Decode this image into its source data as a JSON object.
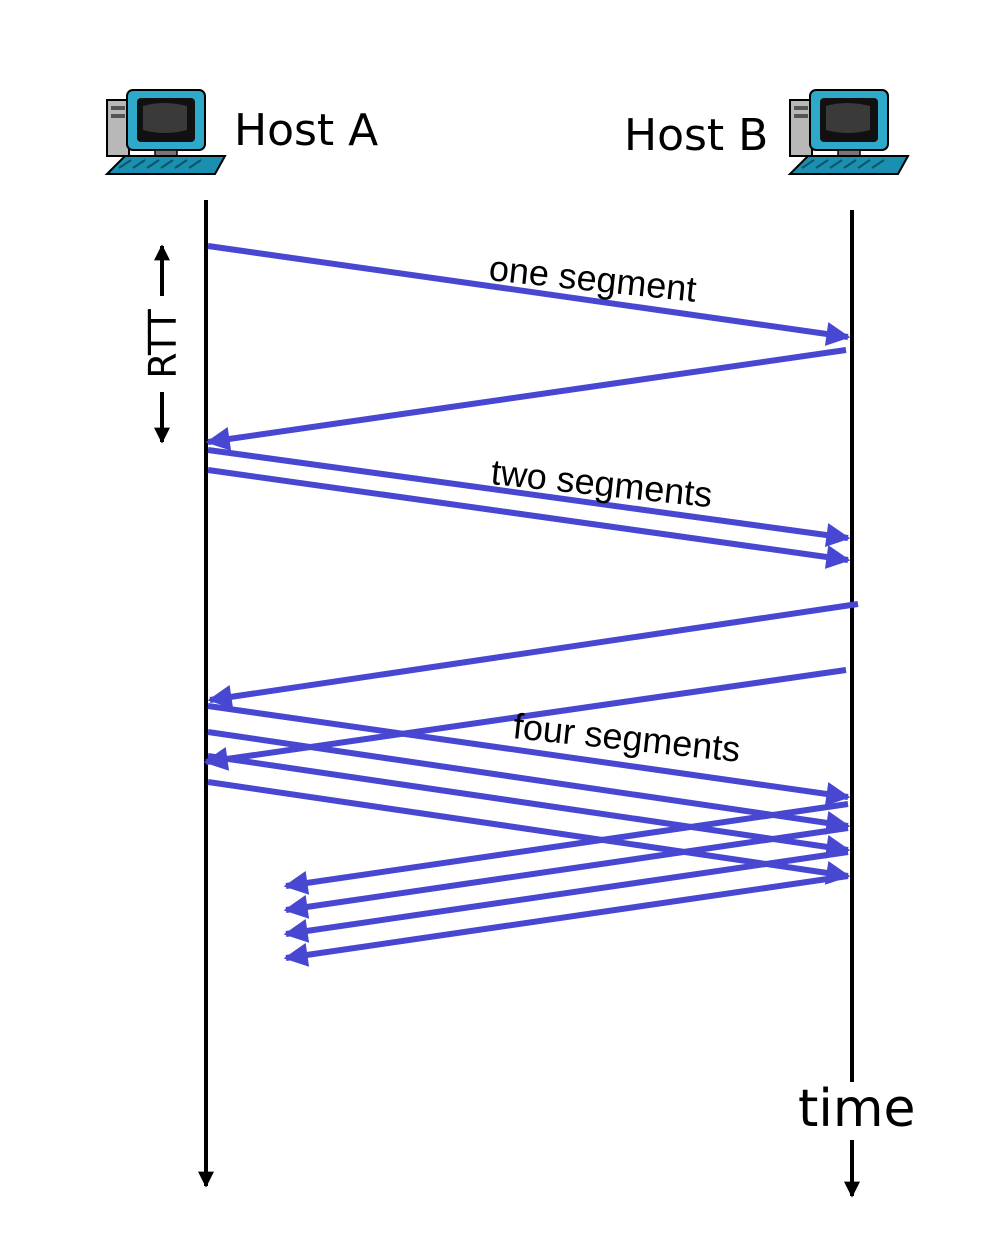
{
  "diagram": {
    "host_a": {
      "label": "Host A",
      "icon": "computer-icon"
    },
    "host_b": {
      "label": "Host B",
      "icon": "computer-icon"
    },
    "rtt_label": "RTT",
    "time_label": "time",
    "segment_labels": {
      "one": "one segment",
      "two": "two segments",
      "four": "four segments"
    },
    "colors": {
      "arrow": "#4747d1",
      "timeline": "#000000"
    }
  }
}
